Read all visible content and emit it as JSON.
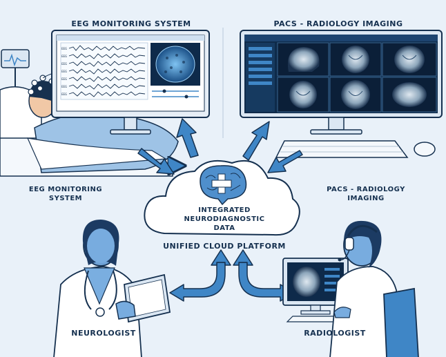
{
  "labels": {
    "eeg_title_top": "EEG MONITORING SYSTEM",
    "pacs_title_top": "PACS - RADIOLOGY IMAGING",
    "eeg_side_line1": "EEG MONITORING",
    "eeg_side_line2": "SYSTEM",
    "pacs_side_line1": "PACS - RADIOLOGY",
    "pacs_side_line2": "IMAGING",
    "cloud_line1": "INTEGRATED",
    "cloud_line2": "NEURODIAGNOSTIC",
    "cloud_line3": "DATA",
    "platform": "UNIFIED CLOUD PLATFORM",
    "neurologist": "NEUROLOGIST",
    "radiologist": "RADIOLOGIST"
  },
  "eeg_screen": {
    "channels": [
      "EEG",
      "EEG",
      "EEG",
      "EEG",
      "EEG",
      "EEG",
      "EEG"
    ]
  },
  "colors": {
    "background": "#e9f1f9",
    "navy": "#15304f",
    "accent_blue": "#3f86c6",
    "screen_dark": "#0e2a4a",
    "paper_white": "#ffffff"
  }
}
